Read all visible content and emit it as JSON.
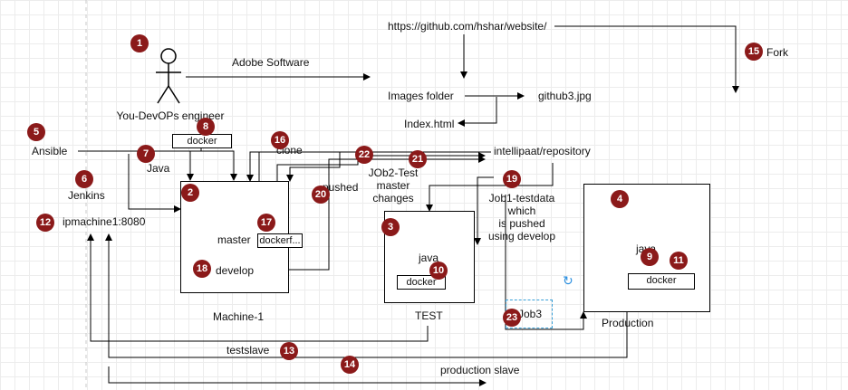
{
  "labels": {
    "url": "https://github.com/hshar/website/",
    "adobe": "Adobe Software",
    "engineer": "You-DevOPs engineer",
    "images_folder": "Images folder",
    "github3": "github3.jpg",
    "index": "Index.html",
    "fork": "Fork",
    "ansible": "Ansible",
    "java_label": "Java",
    "jenkins": "Jenkins",
    "ipmachine": "ipmachine1:8080",
    "clone": "clone",
    "pushed": "pushed",
    "job2": "JOb2-Test\nmaster\nchanges",
    "repo": "intellipaat/repository",
    "job1": "Job1-testdata\nwhich\nis pushed\nusing develop",
    "master": "master",
    "develop": "develop",
    "machine1": "Machine-1",
    "test_java": "java",
    "test": "TEST",
    "job3": "Job3",
    "prod_java": "java",
    "production": "Production",
    "testslave": "testslave",
    "prodslave": "production slave"
  },
  "tags": {
    "docker_top": "docker",
    "dockerfile": "dockerf...",
    "test_docker": "docker",
    "prod_docker": "docker"
  },
  "badges": [
    "1",
    "2",
    "3",
    "4",
    "5",
    "6",
    "7",
    "8",
    "9",
    "10",
    "11",
    "12",
    "13",
    "14",
    "15",
    "16",
    "17",
    "18",
    "19",
    "20",
    "21",
    "22",
    "23"
  ],
  "colors": {
    "badge": "#8b1a1a",
    "line": "#000000",
    "dashed": "#3aa0d8",
    "refresh": "#2a8fe0"
  },
  "icons": {
    "person": "stick-figure-icon",
    "refresh": "refresh-icon"
  }
}
